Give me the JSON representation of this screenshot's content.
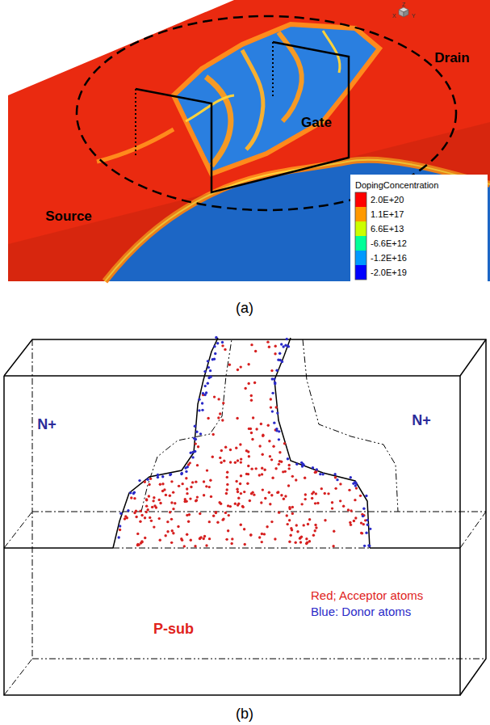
{
  "diagram": {
    "labels": [
      "Source",
      "Gate",
      "Drain",
      "Z",
      "X",
      "Y",
      "DopingConcentration",
      "(a)",
      "N+",
      "N+",
      "Red; Acceptor atoms",
      "Blue: Donor atoms",
      "P-sub",
      "(b)"
    ],
    "legend": [
      {
        "text": "2.0E+20",
        "color": "#ff0000"
      },
      {
        "text": "1.1E+17",
        "color": "#ff9900"
      },
      {
        "text": "6.6E+13",
        "color": "#ccff00"
      },
      {
        "text": "-6.6E+12",
        "color": "#00ff99"
      },
      {
        "text": "-1.2E+16",
        "color": "#0099ff"
      },
      {
        "text": "-2.0E+19",
        "color": "#0000ff"
      }
    ]
  }
}
